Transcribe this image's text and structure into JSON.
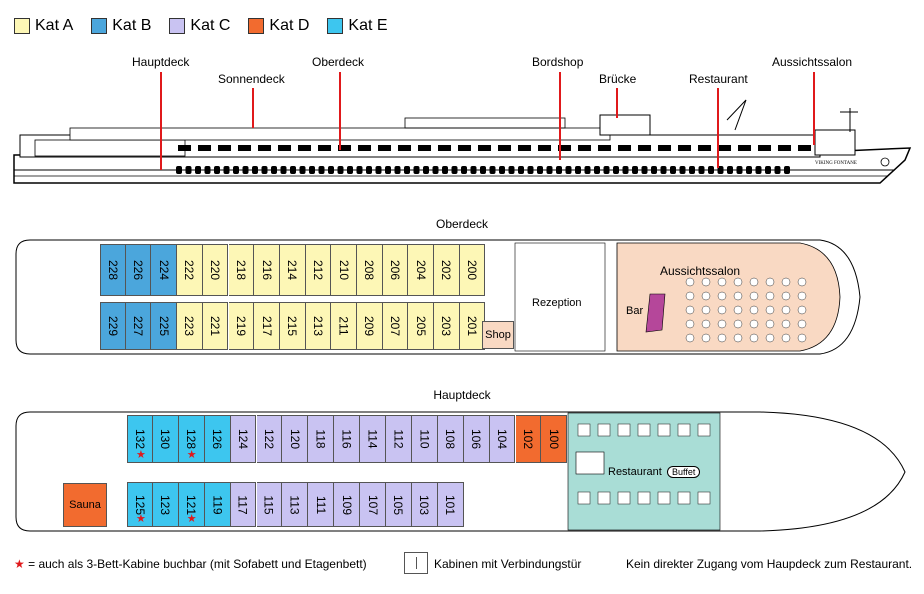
{
  "legend": [
    {
      "label": "Kat A",
      "color": "#fdf7b6"
    },
    {
      "label": "Kat B",
      "color": "#4ba6dc"
    },
    {
      "label": "Kat C",
      "color": "#c9c3f2"
    },
    {
      "label": "Kat D",
      "color": "#f26b2f"
    },
    {
      "label": "Kat E",
      "color": "#3dc6ef"
    }
  ],
  "ship_labels": {
    "hauptdeck": "Hauptdeck",
    "sonnendeck": "Sonnendeck",
    "oberdeck": "Oberdeck",
    "bordshop": "Bordshop",
    "bruecke": "Brücke",
    "restaurant": "Restaurant",
    "aussichtssalon": "Aussichtssalon",
    "ship_name": "VIKING FONTANE"
  },
  "oberdeck": {
    "title": "Oberdeck",
    "top_row": [
      {
        "n": "228",
        "k": "B"
      },
      {
        "n": "226",
        "k": "B"
      },
      {
        "n": "224",
        "k": "B"
      },
      {
        "n": "222",
        "k": "A"
      },
      {
        "n": "220",
        "k": "A"
      },
      {
        "n": "218",
        "k": "A"
      },
      {
        "n": "216",
        "k": "A"
      },
      {
        "n": "214",
        "k": "A"
      },
      {
        "n": "212",
        "k": "A"
      },
      {
        "n": "210",
        "k": "A"
      },
      {
        "n": "208",
        "k": "A"
      },
      {
        "n": "206",
        "k": "A"
      },
      {
        "n": "204",
        "k": "A"
      },
      {
        "n": "202",
        "k": "A"
      },
      {
        "n": "200",
        "k": "A"
      }
    ],
    "bottom_row": [
      {
        "n": "229",
        "k": "B"
      },
      {
        "n": "227",
        "k": "B"
      },
      {
        "n": "225",
        "k": "B"
      },
      {
        "n": "223",
        "k": "A"
      },
      {
        "n": "221",
        "k": "A"
      },
      {
        "n": "219",
        "k": "A"
      },
      {
        "n": "217",
        "k": "A"
      },
      {
        "n": "215",
        "k": "A"
      },
      {
        "n": "213",
        "k": "A"
      },
      {
        "n": "211",
        "k": "A"
      },
      {
        "n": "209",
        "k": "A"
      },
      {
        "n": "207",
        "k": "A"
      },
      {
        "n": "205",
        "k": "A"
      },
      {
        "n": "203",
        "k": "A"
      },
      {
        "n": "201",
        "k": "A"
      }
    ],
    "shop": "Shop",
    "rezeption": "Rezeption",
    "bar": "Bar",
    "aussichtssalon": "Aussichtssalon"
  },
  "hauptdeck": {
    "title": "Hauptdeck",
    "top_row": [
      {
        "n": "132",
        "k": "E",
        "star": true
      },
      {
        "n": "130",
        "k": "E"
      },
      {
        "n": "128",
        "k": "E",
        "star": true
      },
      {
        "n": "126",
        "k": "E"
      },
      {
        "n": "124",
        "k": "C"
      },
      {
        "n": "122",
        "k": "C"
      },
      {
        "n": "120",
        "k": "C"
      },
      {
        "n": "118",
        "k": "C"
      },
      {
        "n": "116",
        "k": "C"
      },
      {
        "n": "114",
        "k": "C"
      },
      {
        "n": "112",
        "k": "C"
      },
      {
        "n": "110",
        "k": "C"
      },
      {
        "n": "108",
        "k": "C"
      },
      {
        "n": "106",
        "k": "C"
      },
      {
        "n": "104",
        "k": "C"
      },
      {
        "n": "102",
        "k": "D"
      },
      {
        "n": "100",
        "k": "D"
      }
    ],
    "bottom_row": [
      {
        "n": "125",
        "k": "E",
        "star": true
      },
      {
        "n": "123",
        "k": "E"
      },
      {
        "n": "121",
        "k": "E",
        "star": true
      },
      {
        "n": "119",
        "k": "E"
      },
      {
        "n": "117",
        "k": "C"
      },
      {
        "n": "115",
        "k": "C"
      },
      {
        "n": "113",
        "k": "C"
      },
      {
        "n": "111",
        "k": "C"
      },
      {
        "n": "109",
        "k": "C"
      },
      {
        "n": "107",
        "k": "C"
      },
      {
        "n": "105",
        "k": "C"
      },
      {
        "n": "103",
        "k": "C"
      },
      {
        "n": "101",
        "k": "C"
      }
    ],
    "sauna": "Sauna",
    "restaurant": "Restaurant",
    "buffet": "Buffet"
  },
  "footer": {
    "star_note": "= auch als 3-Bett-Kabine buchbar (mit Sofabett und Etagenbett)",
    "door_note": "Kabinen mit Verbindungstür",
    "access_note": "Kein direkter Zugang vom Haupdeck zum Restaurant."
  }
}
